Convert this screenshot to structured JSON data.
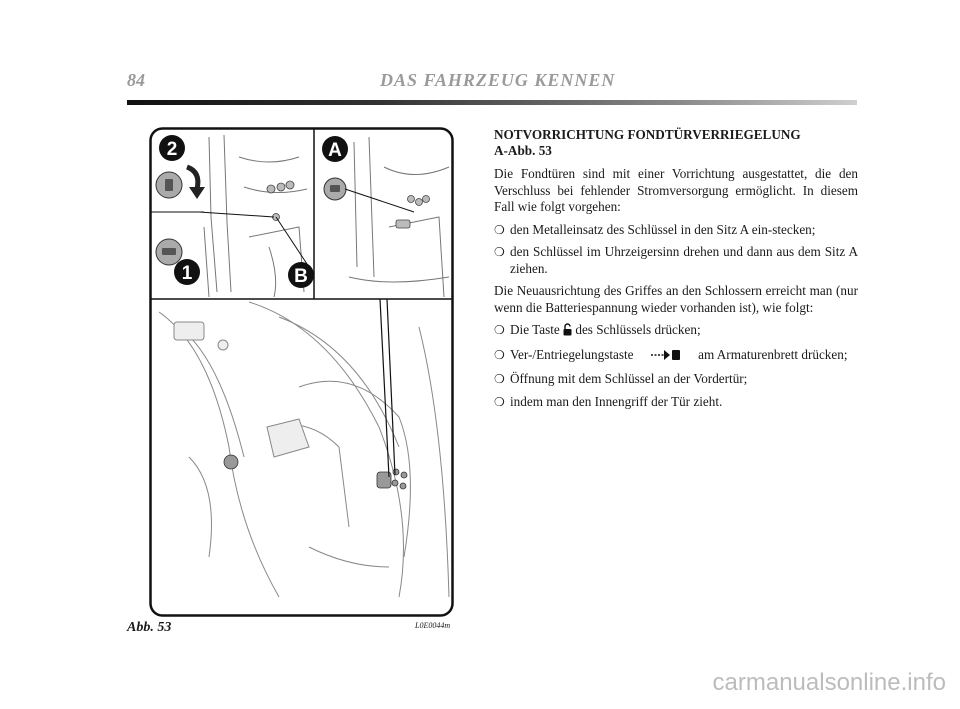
{
  "header": {
    "page_number": "84",
    "title": "DAS FAHRZEUG KENNEN"
  },
  "figure": {
    "callout_labels": [
      "2",
      "A",
      "1",
      "B"
    ],
    "caption": "Abb. 53",
    "code": "L0E0044m"
  },
  "section": {
    "title_line1": "NOTVORRICHTUNG FONDTÜRVERRIEGELUNG",
    "title_line2": "A-Abb. 53",
    "intro": "Die Fondtüren sind mit einer Vorrichtung ausgestattet, die den Verschluss bei fehlender Stromversorgung ermöglicht. In diesem Fall wie folgt vorgehen:",
    "steps": [
      "den Metalleinsatz des Schlüssel in den Sitz A ein-stecken;",
      "den Schlüssel im Uhrzeigersinn drehen und dann aus dem Sitz A ziehen."
    ],
    "realign_text": "Die Neuausrichtung des Griffes an den Schlossern erreicht man (nur wenn die Batteriespannung wieder vorhanden ist), wie folgt:",
    "realign_steps": [
      {
        "before": "Die Taste",
        "icon": "unlock-icon",
        "after": "des Schlüssels drücken;"
      },
      {
        "before": "Ver-/Entriegelungstaste",
        "icon": "door-lock-key-icon",
        "after": "am Armaturenbrett drücken;"
      },
      {
        "before": "Öffnung mit dem Schlüssel an der Vordertür;",
        "icon": "",
        "after": ""
      },
      {
        "before": "indem man den Innengriff der Tür zieht.",
        "icon": "",
        "after": ""
      }
    ],
    "bullet_symbol": "❍"
  },
  "footer": {
    "watermark": "carmanualsonline.info"
  }
}
